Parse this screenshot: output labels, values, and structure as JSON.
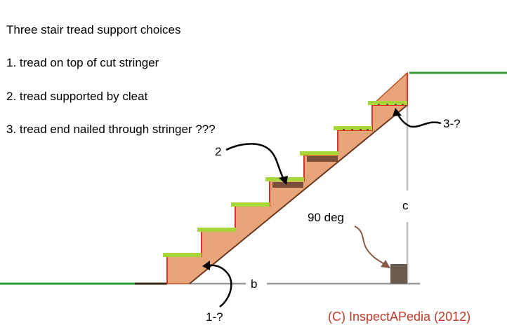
{
  "title": "Three stair tread support choices",
  "choices": [
    "1. tread on top of cut stringer",
    "2. tread supported by cleat",
    "3. tread end nailed through stringer ???"
  ],
  "labels": {
    "callout_2": "2",
    "callout_1": "1-?",
    "callout_3": "3-?",
    "dimension_b": "b",
    "dimension_c": "c",
    "angle": "90 deg"
  },
  "copyright": "(C) InspectAPedia (2012)",
  "colors": {
    "stringer_fill": "#e8a57a",
    "stringer_edge": "#b5562a",
    "tread_green": "#a8d63a",
    "cut_red": "#e0302a",
    "cleat_brown": "#7a4e3a",
    "ground_green": "#2e9a3a",
    "dimension_gray": "#9a9a9a",
    "copyright_red": "#c0392b"
  }
}
